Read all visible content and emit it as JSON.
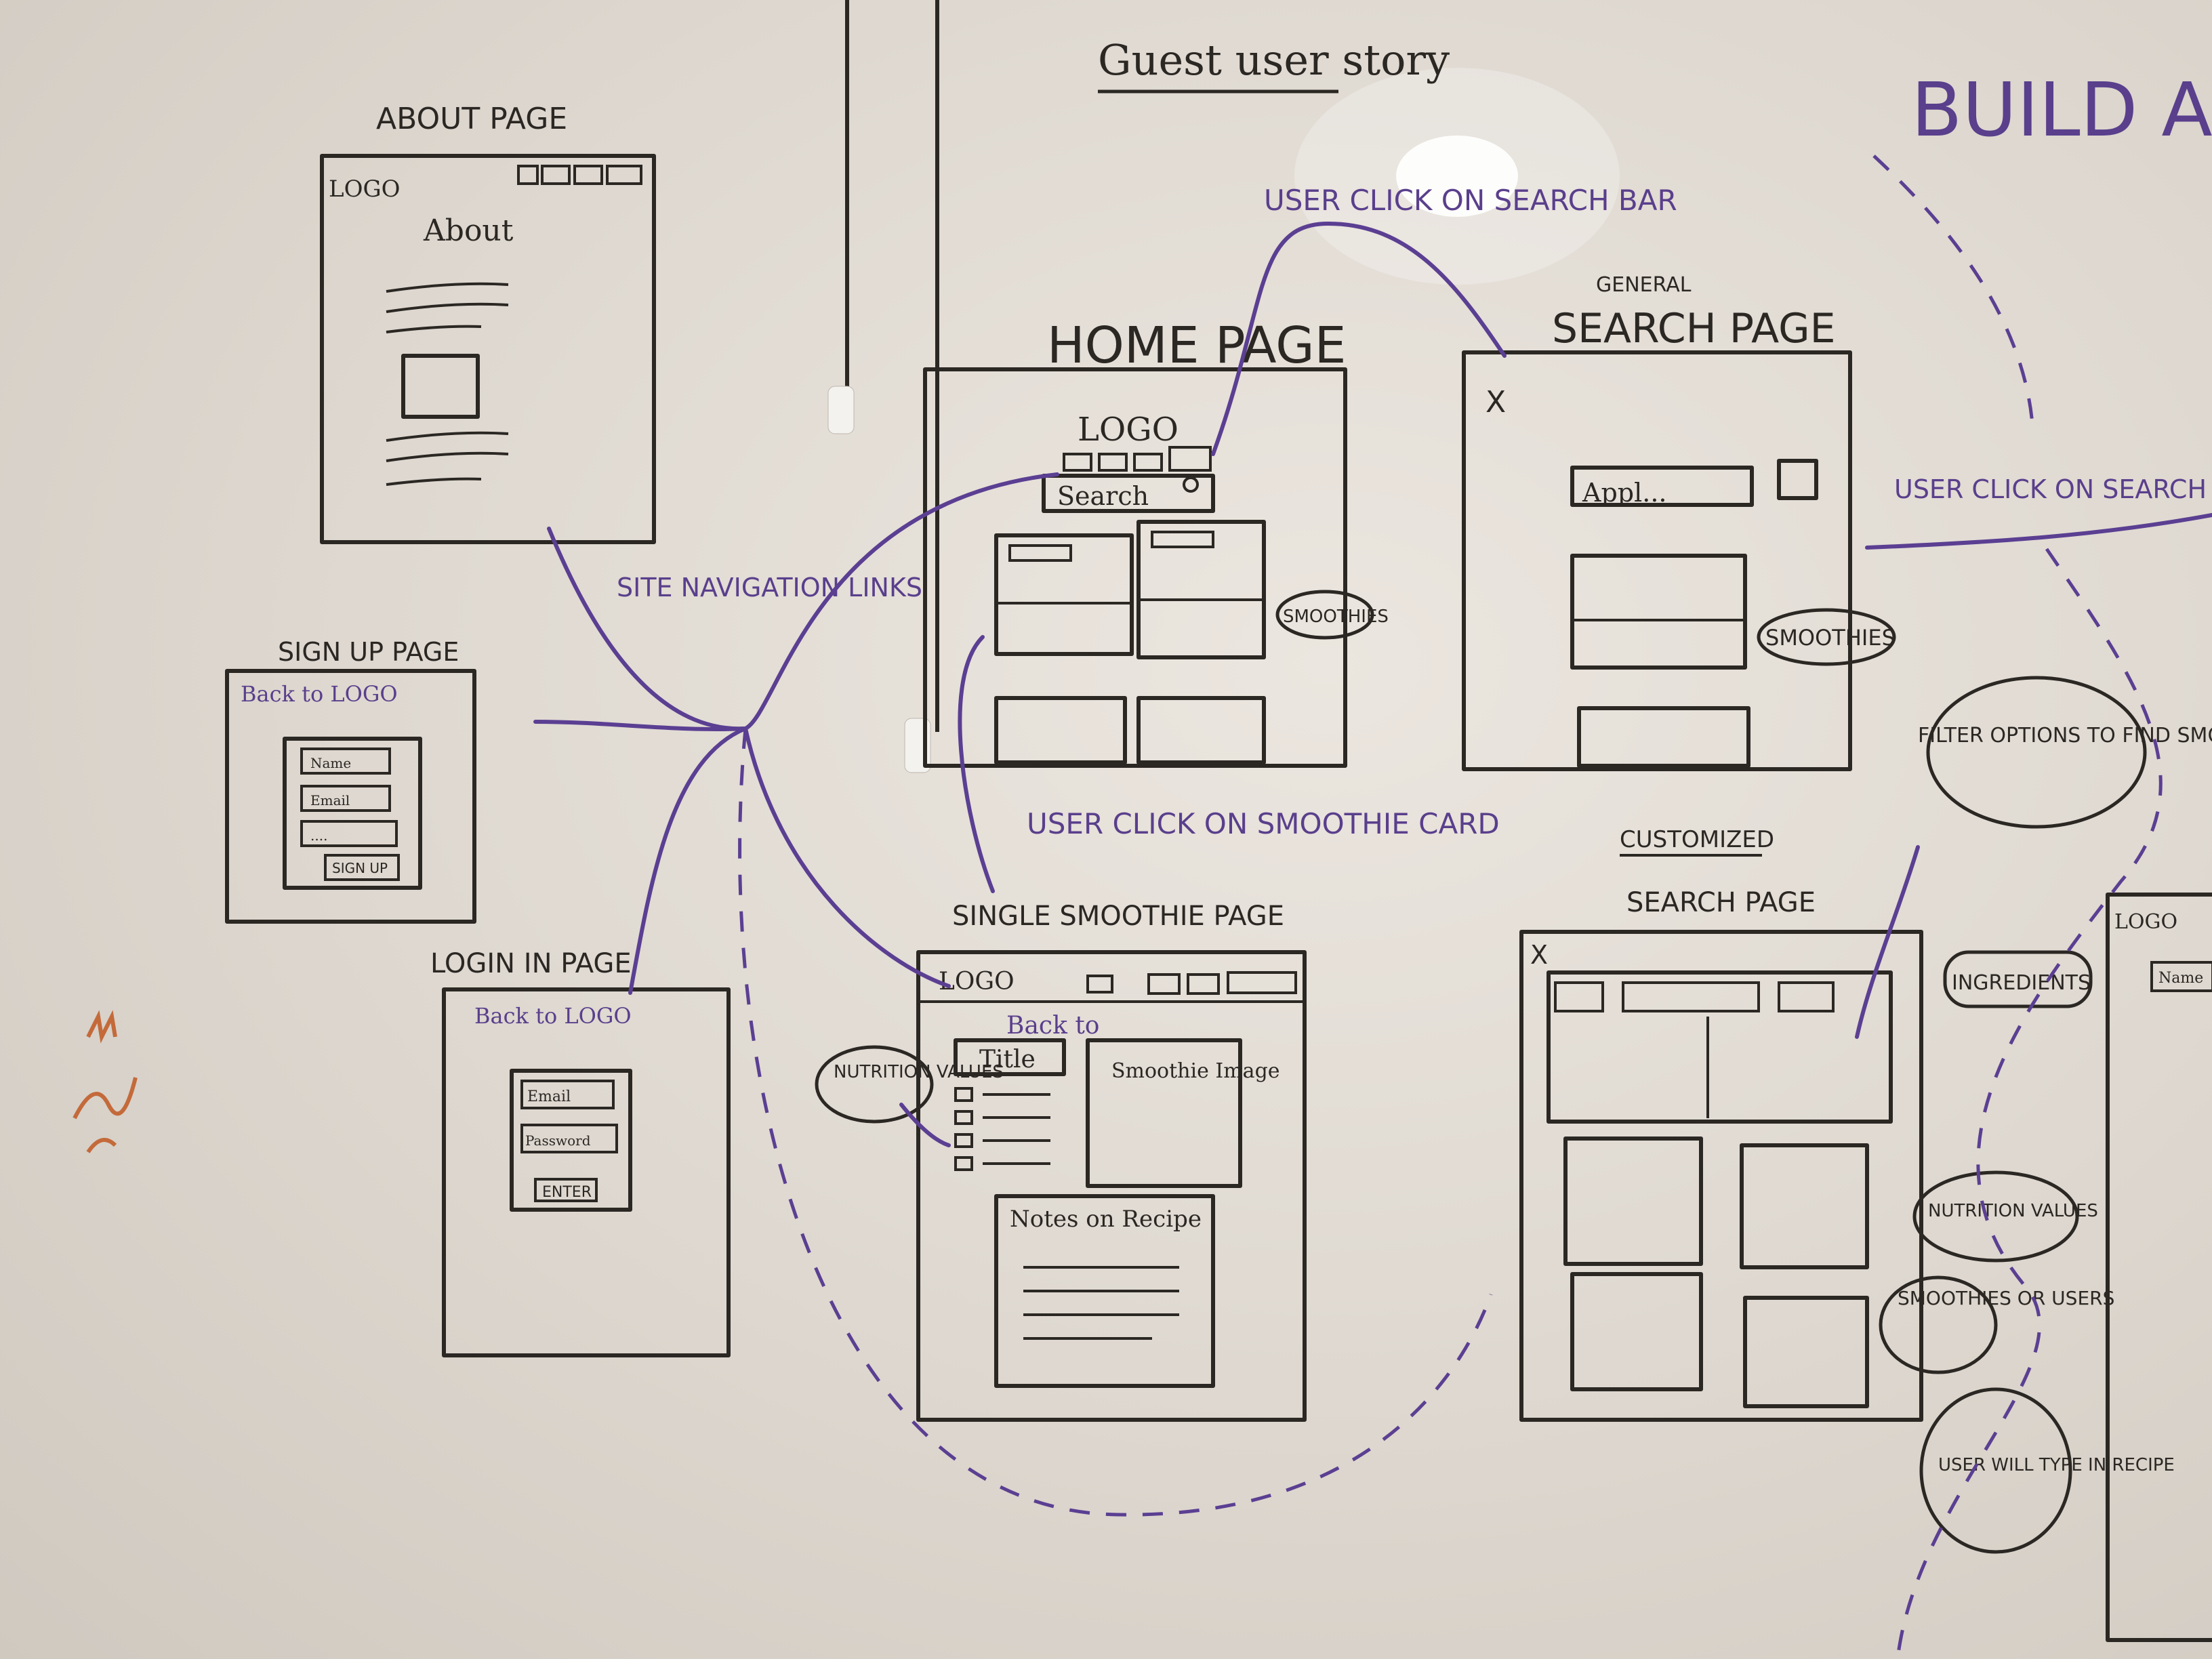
{
  "board": {
    "title": "Guest user story",
    "top_right_title": "BUILD A SM",
    "colors": {
      "board": "#e4dfd8",
      "black_ink": "#2b2723",
      "purple_ink": "#5b3f92",
      "orange_ink": "#c46a3a"
    }
  },
  "about_page": {
    "heading": "ABOUT PAGE",
    "logo": "LOGO",
    "content_title": "About"
  },
  "home_page": {
    "heading": "HOME PAGE",
    "logo": "LOGO",
    "search_placeholder": "Search",
    "search_icon": "search-icon",
    "callout": "SMOOTHIES"
  },
  "general_search_page": {
    "label_top": "GENERAL",
    "heading": "SEARCH PAGE",
    "close_glyph": "X",
    "search_value": "Appl...",
    "callout": "SMOOTHIES"
  },
  "signup_page": {
    "heading": "SIGN UP PAGE",
    "back_logo": "Back to LOGO",
    "fields": [
      "Name",
      "Email",
      "...."
    ],
    "button": "SIGN UP"
  },
  "login_page": {
    "heading": "LOGIN IN PAGE",
    "back_logo": "Back to LOGO",
    "fields": [
      "Email",
      "Password"
    ],
    "button": "ENTER"
  },
  "single_smoothie_page": {
    "heading": "SINGLE SMOOTHIE PAGE",
    "logo": "LOGO",
    "back": "Back to",
    "title_box": "Title",
    "image_box": "Smoothie Image",
    "notes_box": "Notes on Recipe",
    "callout": "NUTRITION VALUES"
  },
  "customized_search_page": {
    "label_top": "CUSTOMIZED",
    "heading": "SEARCH PAGE",
    "close_glyph": "X",
    "callout": "SMOOTHIES OR USERS"
  },
  "annotations": {
    "user_click_search_bar": "USER CLICK ON SEARCH BAR",
    "site_navigation_links": "SITE NAVIGATION LINKS",
    "user_click_smoothie_card": "USER CLICK ON SMOOTHIE CARD",
    "user_click_on_search": "USER CLICK ON SEARCH",
    "filter_options": "FILTER OPTIONS TO FIND SMOOTHIES OR USERS",
    "ingredients": "INGREDIENTS",
    "nutrition_values_right": "NUTRITION VALUES",
    "user_will_type": "USER WILL TYPE IN RECIPE"
  },
  "right_partial_page": {
    "logo": "LOGO",
    "name_field": "Name"
  }
}
